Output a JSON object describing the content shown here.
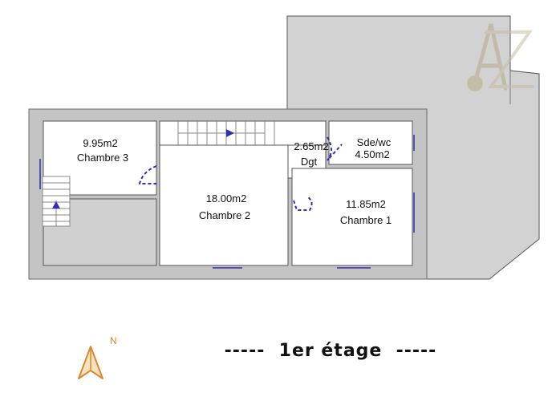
{
  "rooms": {
    "chambre3": {
      "area": "9.95m2",
      "name": "Chambre 3"
    },
    "chambre2": {
      "area": "18.00m2",
      "name": "Chambre 2"
    },
    "degagement": {
      "area": "2.65m2",
      "name": "Dgt"
    },
    "sde_wc": {
      "name": "Sde/wc",
      "area": "4.50m2"
    },
    "chambre1": {
      "area": "11.85m2",
      "name": "Chambre 1"
    }
  },
  "floor_title": "-----  1er étage  -----",
  "compass": {
    "label": "N"
  },
  "colors": {
    "wall": "#c4c4c4",
    "wall_outline": "#6b6b6b",
    "terrace": "#d2d2d2",
    "room_fill": "#ffffff",
    "door": "#2f2fb0",
    "compass": "#d98a2b"
  }
}
